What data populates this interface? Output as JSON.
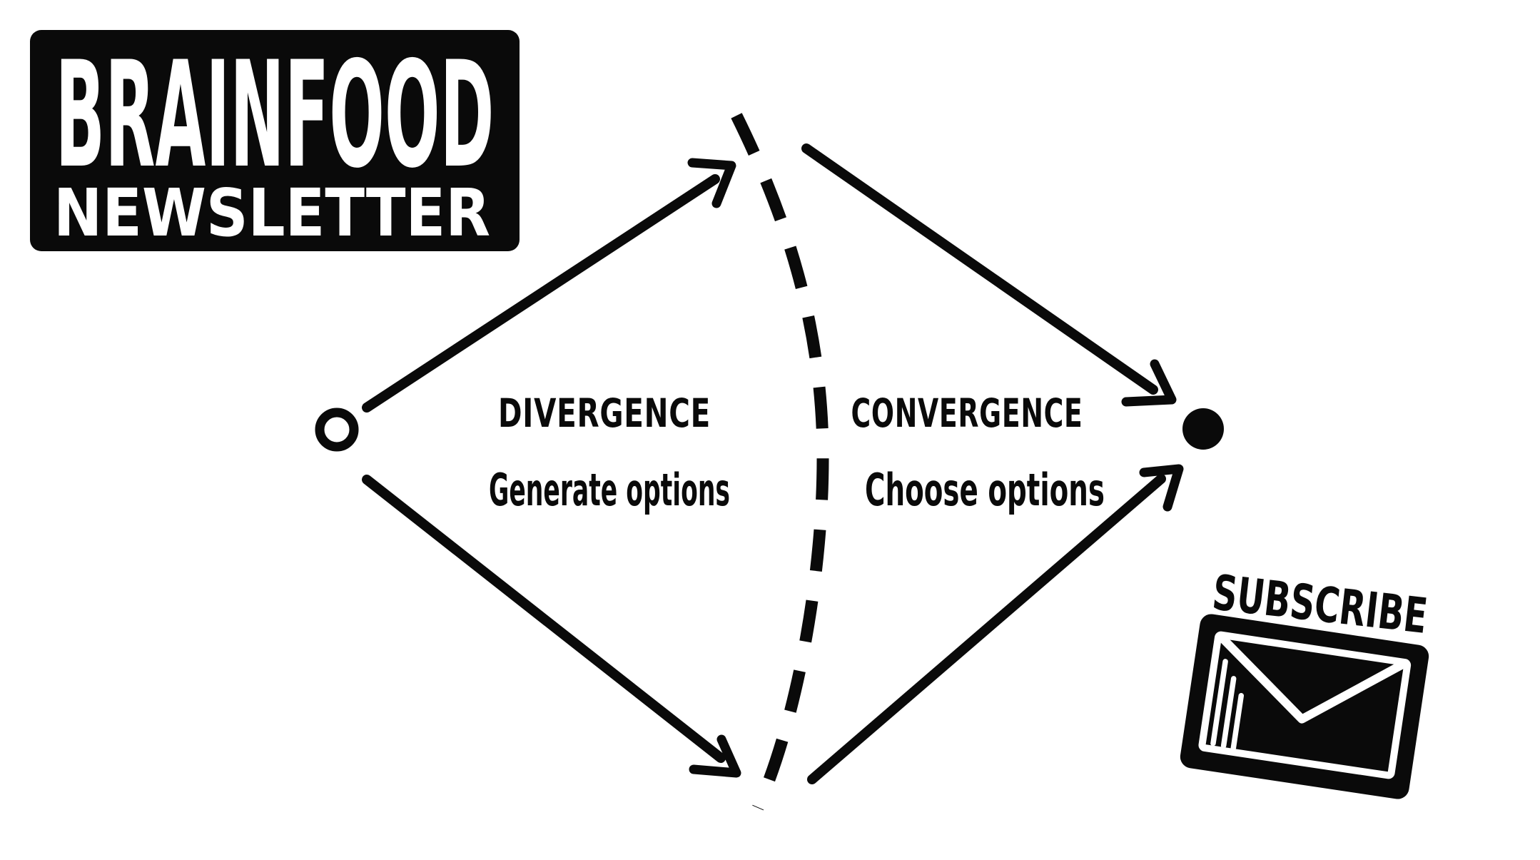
{
  "colors": {
    "ink": "#0a0a0a",
    "paper": "#ffffff"
  },
  "logo": {
    "title": "BRAINFOOD",
    "subtitle": "NEWSLETTER"
  },
  "diagram": {
    "left_phase": {
      "title": "DIVERGENCE",
      "subtitle": "Generate options"
    },
    "right_phase": {
      "title": "CONVERGENCE",
      "subtitle": "Choose options"
    }
  },
  "subscribe": {
    "label": "SUBSCRIBE",
    "icon": "envelope-icon"
  }
}
